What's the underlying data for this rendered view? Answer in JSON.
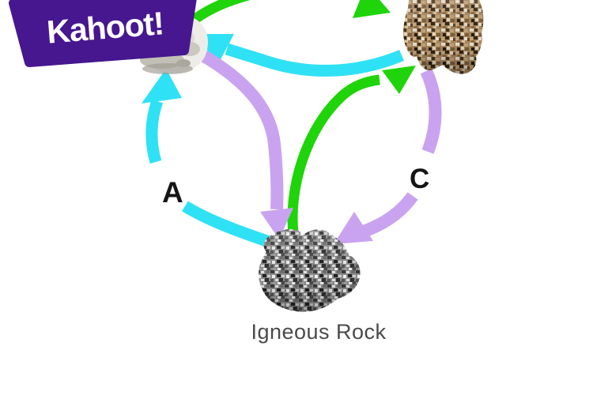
{
  "brand": {
    "logo_text": "Kahoot!",
    "badge_color": "#46178f",
    "logo_text_color": "#ffffff"
  },
  "diagram": {
    "type": "rock-cycle-diagram",
    "rock_label": "Igneous Rock",
    "answer_labels": {
      "a": "A",
      "c": "C"
    },
    "colors": {
      "cyan": "#2fe1f5",
      "green": "#1fd40a",
      "purple": "#c9a3f0",
      "letter_text": "#151515",
      "caption_text": "#4a4a4a"
    },
    "rocks": [
      {
        "id": "igneous-rock",
        "caption": "Igneous Rock",
        "appearance": "gray speckled granite, bottom center"
      },
      {
        "id": "sedimentary-rock",
        "appearance": "brown conglomerate, top right, clipped by top edge"
      },
      {
        "id": "metamorphic-rock",
        "appearance": "white rock, top left, mostly hidden behind Kahoot badge"
      }
    ],
    "arrows": [
      {
        "name": "cyan-arrow-igneous-to-metamorphic",
        "color_key": "cyan",
        "label": "A"
      },
      {
        "name": "cyan-arrow-sedimentary-to-metamorphic",
        "color_key": "cyan"
      },
      {
        "name": "green-arrow-igneous-to-sedimentary",
        "color_key": "green"
      },
      {
        "name": "green-arrow-metamorphic-to-sedimentary",
        "color_key": "green"
      },
      {
        "name": "purple-arrow-metamorphic-to-igneous",
        "color_key": "purple"
      },
      {
        "name": "purple-arrow-sedimentary-to-igneous",
        "color_key": "purple",
        "label": "C"
      }
    ]
  }
}
